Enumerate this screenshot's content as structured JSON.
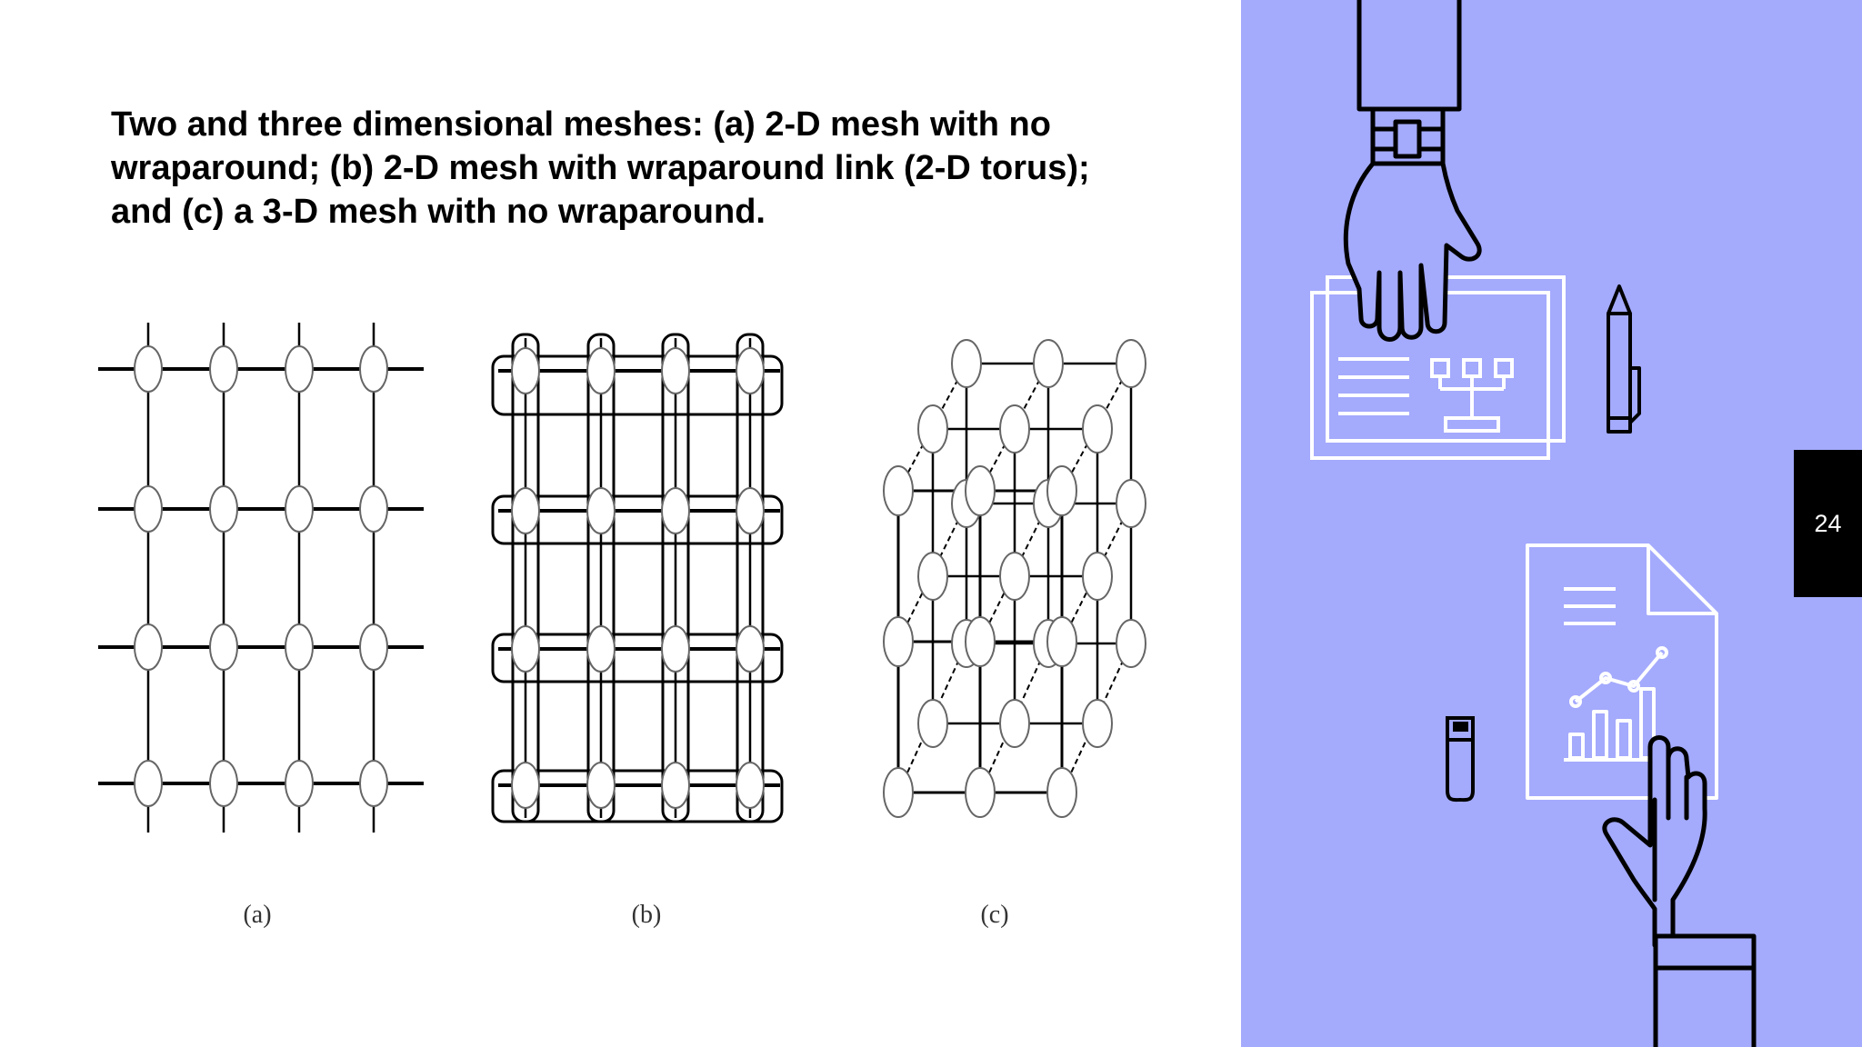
{
  "slide": {
    "title": "Two and three dimensional meshes: (a) 2-D mesh with no wraparound; (b) 2-D mesh with wraparound link (2-D torus); and (c) a 3-D mesh with no wraparound.",
    "page_number": "24"
  },
  "figure": {
    "captions": {
      "a": "(a)",
      "b": "(b)",
      "c": "(c)"
    }
  },
  "colors": {
    "panel_background": "#a4aafc",
    "badge_background": "#000000",
    "line_art": "#000000",
    "line_art_light": "#ffffff"
  },
  "icons": [
    "hand-with-watch-icon",
    "document-folder-icon",
    "pen-icon",
    "usb-drive-icon",
    "chart-report-icon",
    "hand-icon"
  ]
}
